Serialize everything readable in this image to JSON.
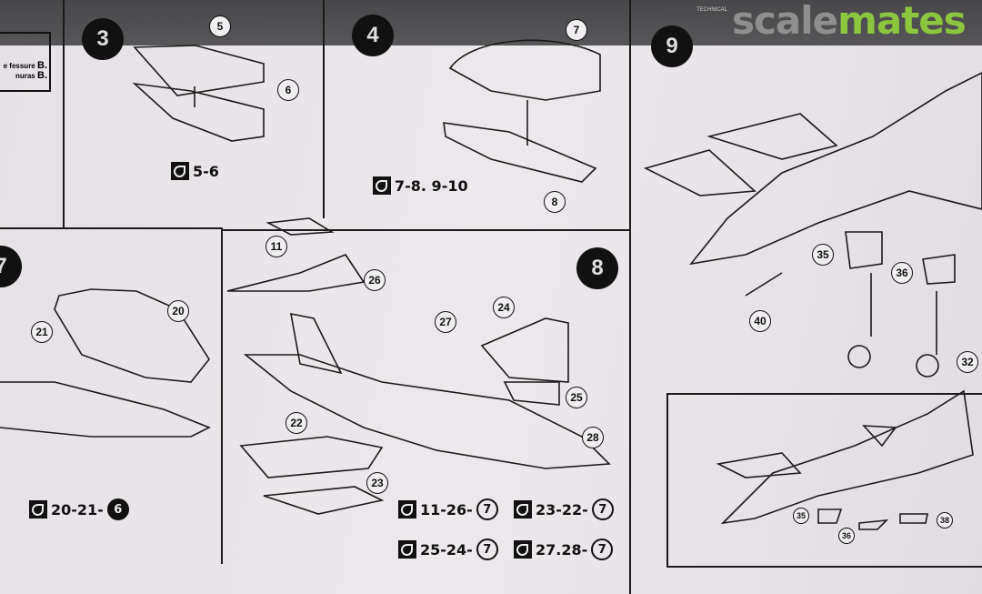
{
  "watermark": {
    "logo_left": "scale",
    "logo_right": "mates",
    "header_small_text": "TECHNICAL"
  },
  "note": {
    "line1": "e fessure",
    "line1_b": "B.",
    "line2": "nuras",
    "line2_b": "B."
  },
  "steps": {
    "s3": "3",
    "s4": "4",
    "s7": "7",
    "s8": "8",
    "s9": "9"
  },
  "parts": {
    "p5": "5",
    "p6": "6",
    "p7": "7",
    "p8": "8",
    "p11": "11",
    "p20": "20",
    "p21": "21",
    "p22": "22",
    "p23": "23",
    "p24": "24",
    "p25": "25",
    "p26": "26",
    "p27": "27",
    "p28": "28",
    "p32": "32",
    "p35": "35",
    "p36": "36",
    "p40": "40",
    "i35": "35",
    "i36": "36",
    "i38": "38"
  },
  "glue": {
    "g3": "5-6",
    "g4": "7-8. 9-10",
    "g7": "20-21-",
    "g7_ref": "6",
    "g8a": "11-26-",
    "g8a_ref": "7",
    "g8b": "23-22-",
    "g8b_ref": "7",
    "g8c": "25-24-",
    "g8c_ref": "7",
    "g8d": "27.28-",
    "g8d_ref": "7"
  }
}
